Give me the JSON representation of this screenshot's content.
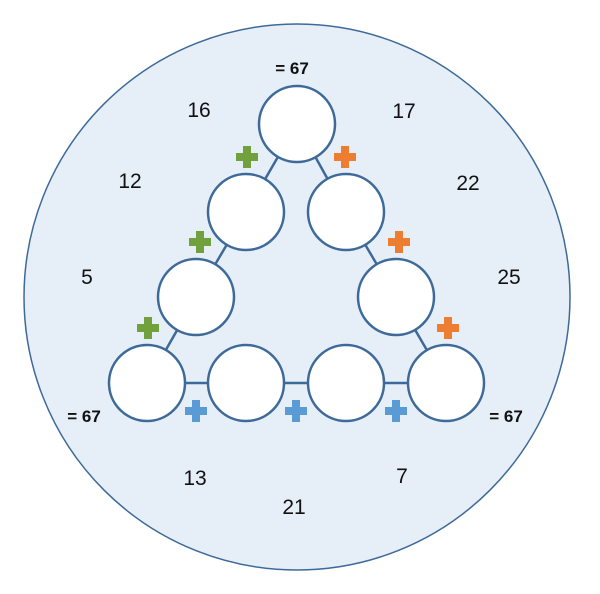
{
  "puzzle": {
    "sum_top": "= 67",
    "sum_left": "= 67",
    "sum_right": "= 67",
    "numbers": {
      "n16": "16",
      "n17": "17",
      "n12": "12",
      "n22": "22",
      "n5": "5",
      "n25": "25",
      "n13": "13",
      "n7": "7",
      "n21": "21"
    }
  },
  "colors": {
    "background_disc": "#E6EEF8",
    "outline": "#3D6A99",
    "plus_left_side": "#70A13C",
    "plus_right_side": "#ED7D31",
    "plus_bottom_side": "#5B9BD5"
  }
}
